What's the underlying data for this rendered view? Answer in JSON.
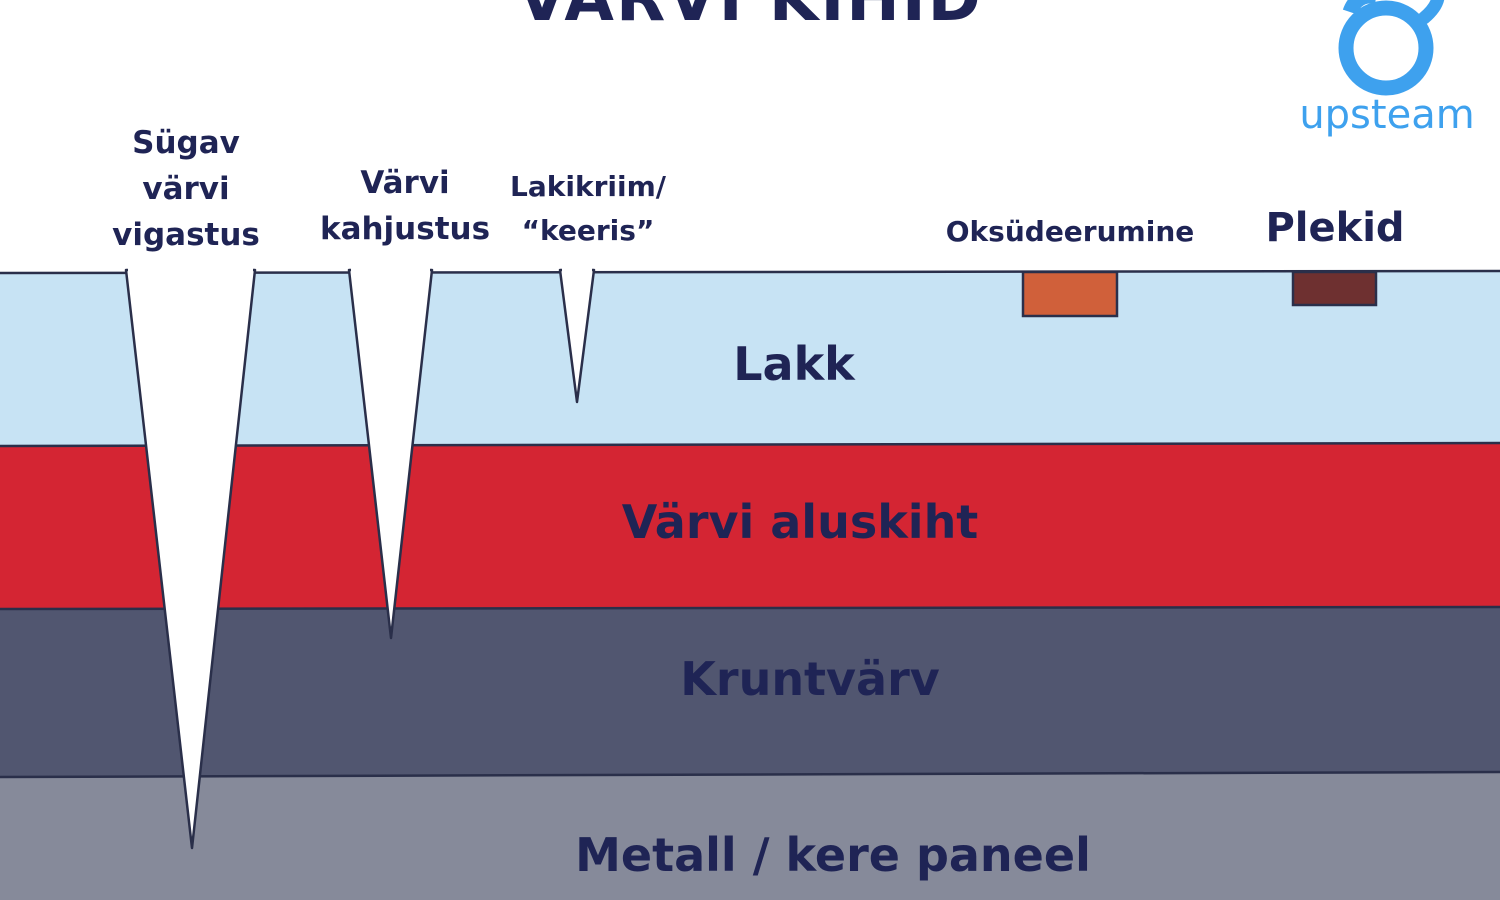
{
  "title": "VÄRVI KIHID",
  "logo": {
    "text": "upsteam",
    "color": "#3ea1ee"
  },
  "defects": {
    "deep": [
      "Sügav",
      "värvi",
      "vigastus"
    ],
    "paint_damage": [
      "Värvi",
      "kahjustus"
    ],
    "clear_scratch": [
      "Lakikriim/",
      "“keeris”"
    ],
    "oxidation": "Oksüdeerumine",
    "stains": "Plekid"
  },
  "layers": [
    {
      "name": "Lakk",
      "color": "#c7e3f4"
    },
    {
      "name": "Värvi aluskiht",
      "color": "#d42533"
    },
    {
      "name": "Kruntvärv",
      "color": "#515670"
    },
    {
      "name": "Metall / kere paneel",
      "color": "#868a9a"
    }
  ],
  "spot_colors": {
    "oxidation": "#d0603a",
    "stains": "#6e3030"
  },
  "text_color": "#1f2455"
}
